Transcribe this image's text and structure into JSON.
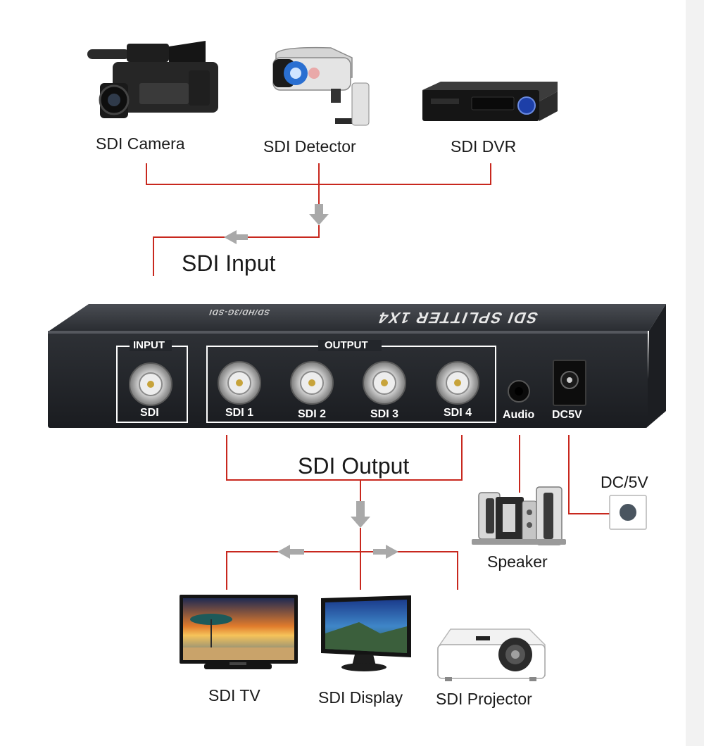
{
  "sources": {
    "camera": "SDI Camera",
    "detector": "SDI Detector",
    "dvr": "SDI DVR"
  },
  "input_label": "SDI Input",
  "output_label": "SDI Output",
  "device": {
    "brand_text": "SDI SPLITTER 1X4",
    "sub_text": "SD/HD/3G-SDI",
    "input_group": "INPUT",
    "input_port": "SDI",
    "output_group": "OUTPUT",
    "output_ports": [
      "SDI 1",
      "SDI 2",
      "SDI 3",
      "SDI 4"
    ],
    "audio_port": "Audio",
    "power_port": "DC5V"
  },
  "peripherals": {
    "speaker": "Speaker",
    "power": "DC/5V"
  },
  "destinations": {
    "tv": "SDI TV",
    "display": "SDI Display",
    "projector": "SDI Projector"
  },
  "colors": {
    "wire": "#c8281e",
    "arrow": "#a9a9a9",
    "device_body": "#23262b"
  }
}
